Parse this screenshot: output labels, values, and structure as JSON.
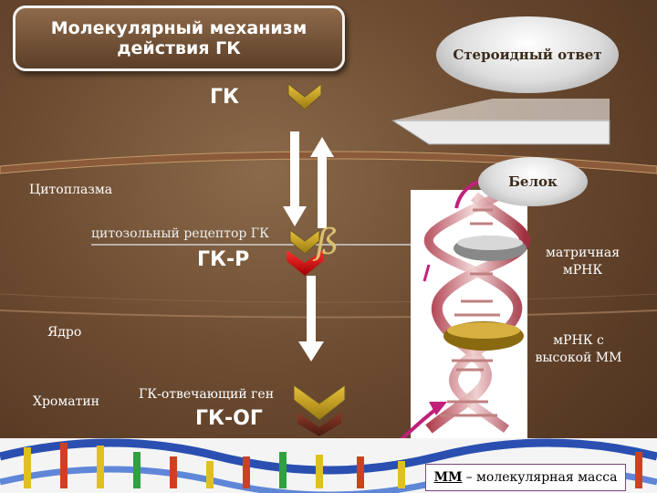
{
  "title": "Молекулярный механизм\nдействия ГК",
  "steroid_response": "Стероидный ответ",
  "gk": "ГК",
  "protein": "Белок",
  "cytoplasm": "Цитоплазма",
  "cytosolic_receptor": "цитозольный рецептор ГК",
  "gk_r": "ГК-Р",
  "matrix_rna": "матричная\nмРНК",
  "nucleus": "Ядро",
  "high_mm_rna": "мРНК с\nвысокой ММ",
  "chromatin": "Хроматин",
  "responsive_gene": "ГК-отвечающий ген",
  "gk_og": "ГК-ОГ",
  "legend": {
    "abbr": "ММ",
    "text": "– молекулярная масса"
  }
}
